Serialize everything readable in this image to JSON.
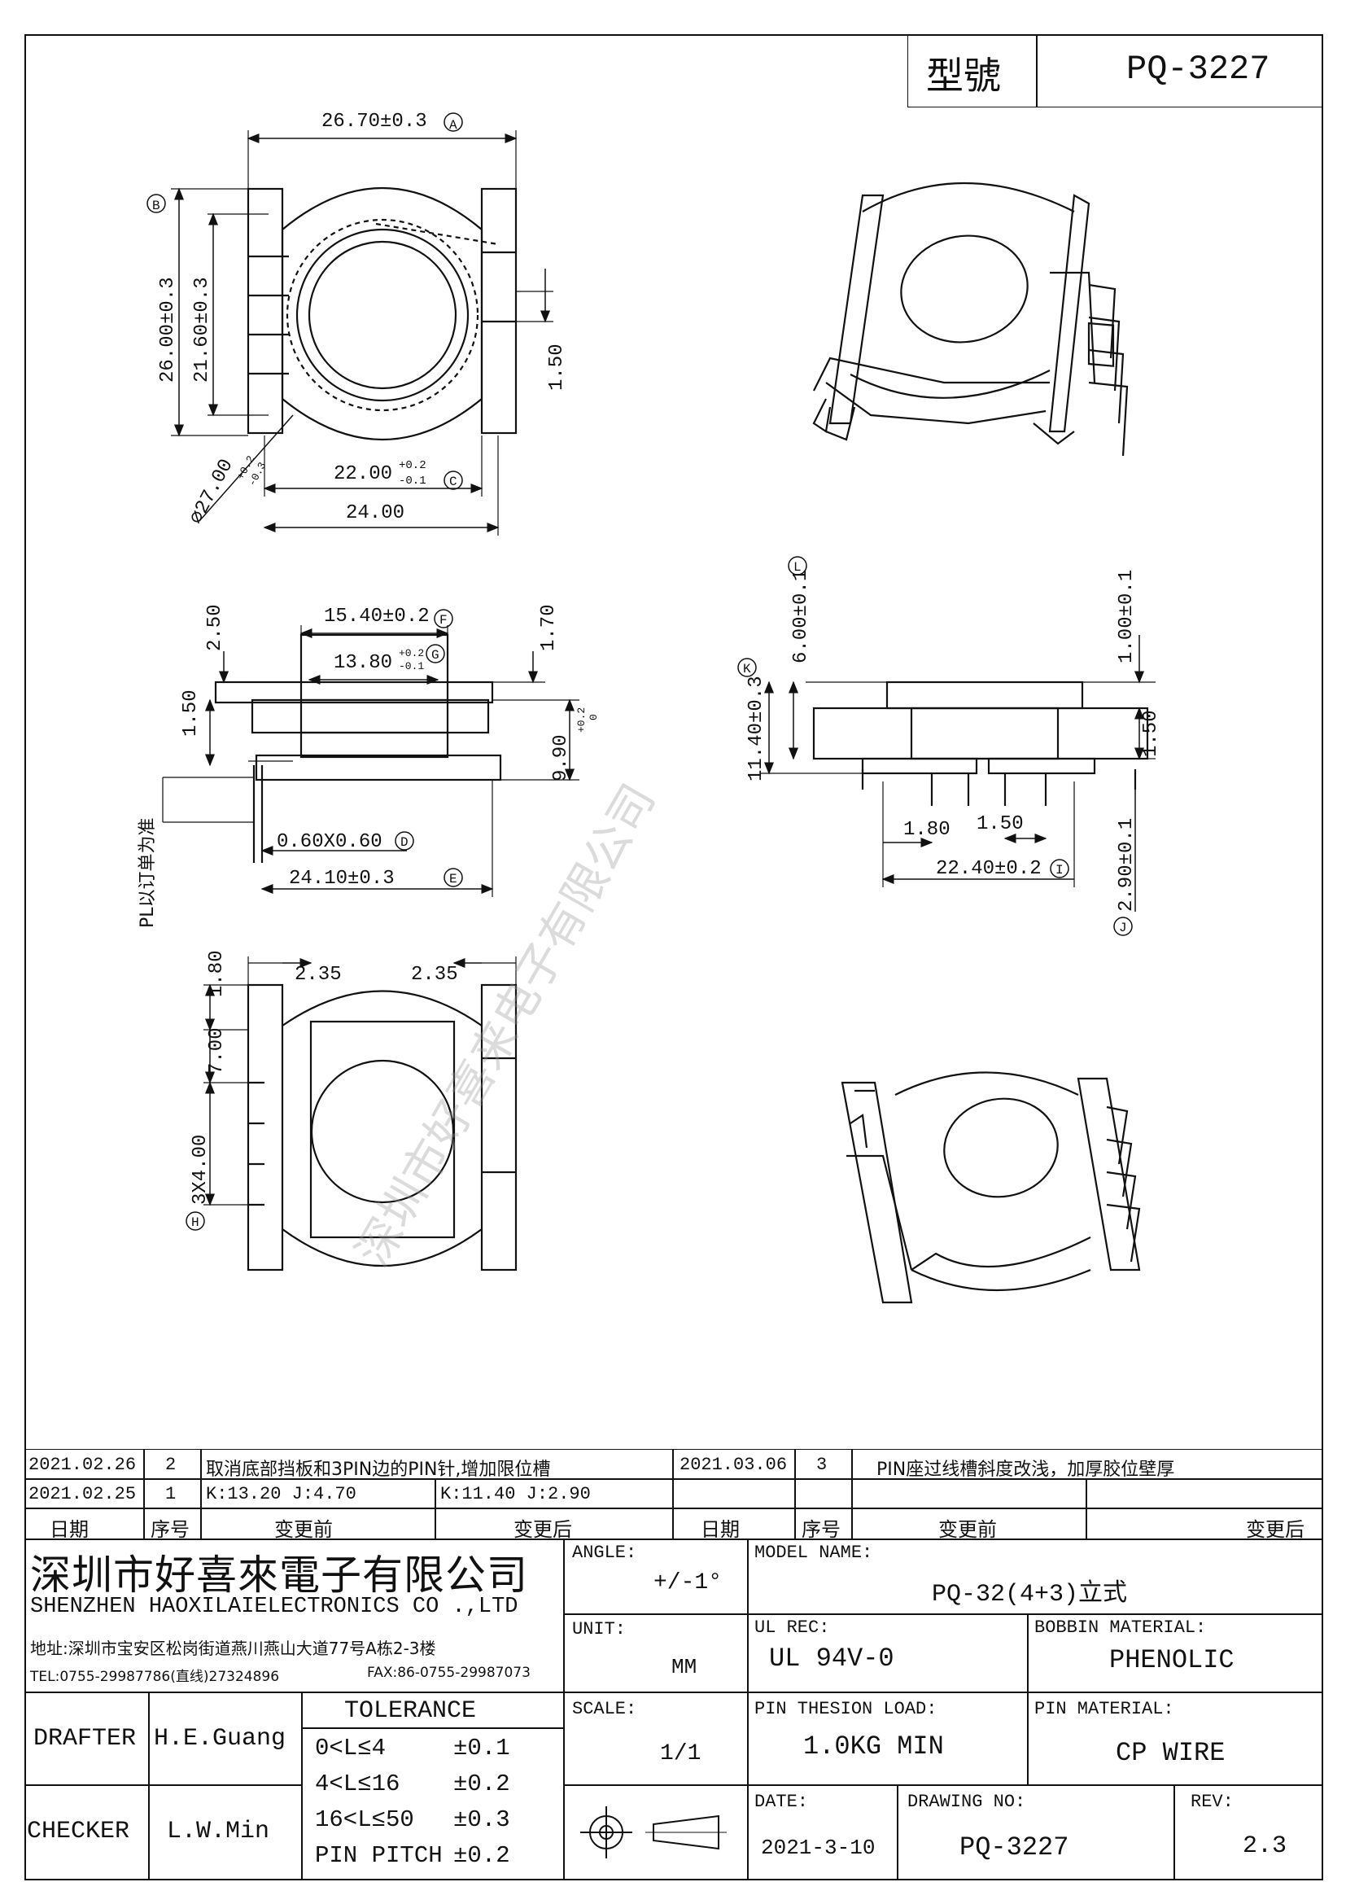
{
  "title_block": {
    "label": "型號",
    "value": "PQ-3227"
  },
  "dims": {
    "top_width": "26.70±0.3",
    "top_width_ref": "A",
    "height_outer": "26.00±0.3",
    "height_outer_ref": "B",
    "height_inner": "21.60±0.3",
    "pin_pitch_side": "1.50",
    "inner_width": "22.00",
    "inner_width_tol_up": "+0.2",
    "inner_width_tol_dn": "-0.1",
    "inner_width_ref": "C",
    "base_width": "24.00",
    "diameter": "⌀27.00",
    "diameter_tol_up": "+0.2",
    "diameter_tol_dn": "-0.3",
    "flange_w": "15.40±0.2",
    "flange_w_ref": "F",
    "core_w": "13.80",
    "core_w_tol_up": "+0.2",
    "core_w_tol_dn": "-0.1",
    "core_w_ref": "G",
    "d_250": "2.50",
    "d_170": "1.70",
    "d_150a": "1.50",
    "height_990": "9.90",
    "height_990_tol_up": "+0.2",
    "height_990_tol_dn": "0",
    "pin_size": "0.60X0.60",
    "pin_size_ref": "D",
    "base_len": "24.10±0.3",
    "base_len_ref": "E",
    "pl_note": "PL以订单为准",
    "d_600": "6.00±0.1",
    "d_600_ref": "L",
    "d_1140": "11.40±0.3",
    "d_1140_ref": "K",
    "d_100": "1.00±0.1",
    "d_150b": "1.50",
    "d_180": "1.80",
    "d_150c": "1.50",
    "d_2240": "22.40±0.2",
    "d_2240_ref": "I",
    "d_290": "2.90±0.1",
    "d_290_ref": "J",
    "d_180b": "1.80",
    "d_235a": "2.35",
    "d_235b": "2.35",
    "d_700": "7.00",
    "d_3x400": "3X4.00",
    "d_3x400_ref": "H",
    "watermark": "深圳市好喜来电子有限公司"
  },
  "revisions": {
    "rows": [
      {
        "date": "2021.02.26",
        "no": "2",
        "before": "取消底部挡板和3PIN边的PIN针,增加限位槽",
        "after": "",
        "date2": "2021.03.06",
        "no2": "3",
        "before2": "PIN座过线槽斜度改浅，加厚胶位壁厚",
        "after2": ""
      },
      {
        "date": "2021.02.25",
        "no": "1",
        "before": "K:13.20  J:4.70",
        "after": "K:11.40  J:2.90",
        "date2": "",
        "no2": "",
        "before2": "",
        "after2": ""
      }
    ],
    "headers": {
      "date": "日期",
      "no": "序号",
      "before": "变更前",
      "after": "变更后",
      "date2": "日期",
      "no2": "序号",
      "before2": "变更前",
      "after2": "变更后"
    }
  },
  "company": {
    "name_cn": "深圳市好喜來電子有限公司",
    "name_en": "SHENZHEN HAOXILAIELECTRONICS CO .,LTD",
    "address": "地址:深圳市宝安区松岗街道燕川燕山大道77号A栋2-3楼",
    "tel": "TEL:0755-29987786(直线)27324896",
    "fax": "FAX:86-0755-29987073"
  },
  "people": {
    "drafter_label": "DRAFTER",
    "drafter": "H.E.Guang",
    "checker_label": "CHECKER",
    "checker": "L.W.Min"
  },
  "tolerance": {
    "title": "TOLERANCE",
    "rows": [
      {
        "range": "0<L≤4",
        "tol": "±0.1"
      },
      {
        "range": "4<L≤16",
        "tol": "±0.2"
      },
      {
        "range": "16<L≤50",
        "tol": "±0.3"
      },
      {
        "range": "PIN PITCH",
        "tol": "±0.2"
      }
    ]
  },
  "specs": {
    "angle_label": "ANGLE:",
    "angle": "+/-1°",
    "unit_label": "UNIT:",
    "unit": "MM",
    "scale_label": "SCALE:",
    "scale": "1/1",
    "model_label": "MODEL NAME:",
    "model": "PQ-32(4+3)立式",
    "ul_label": "UL REC:",
    "ul": "UL 94V-0",
    "bobbin_label": "BOBBIN MATERIAL:",
    "bobbin": "PHENOLIC",
    "load_label": "PIN THESION LOAD:",
    "load": "1.0KG MIN",
    "pin_mat_label": "PIN MATERIAL:",
    "pin_mat": "CP  WIRE",
    "date_label": "DATE:",
    "date": "2021-3-10",
    "drawing_label": "DRAWING NO:",
    "drawing": "PQ-3227",
    "rev_label": "REV:",
    "rev": "2.3"
  }
}
